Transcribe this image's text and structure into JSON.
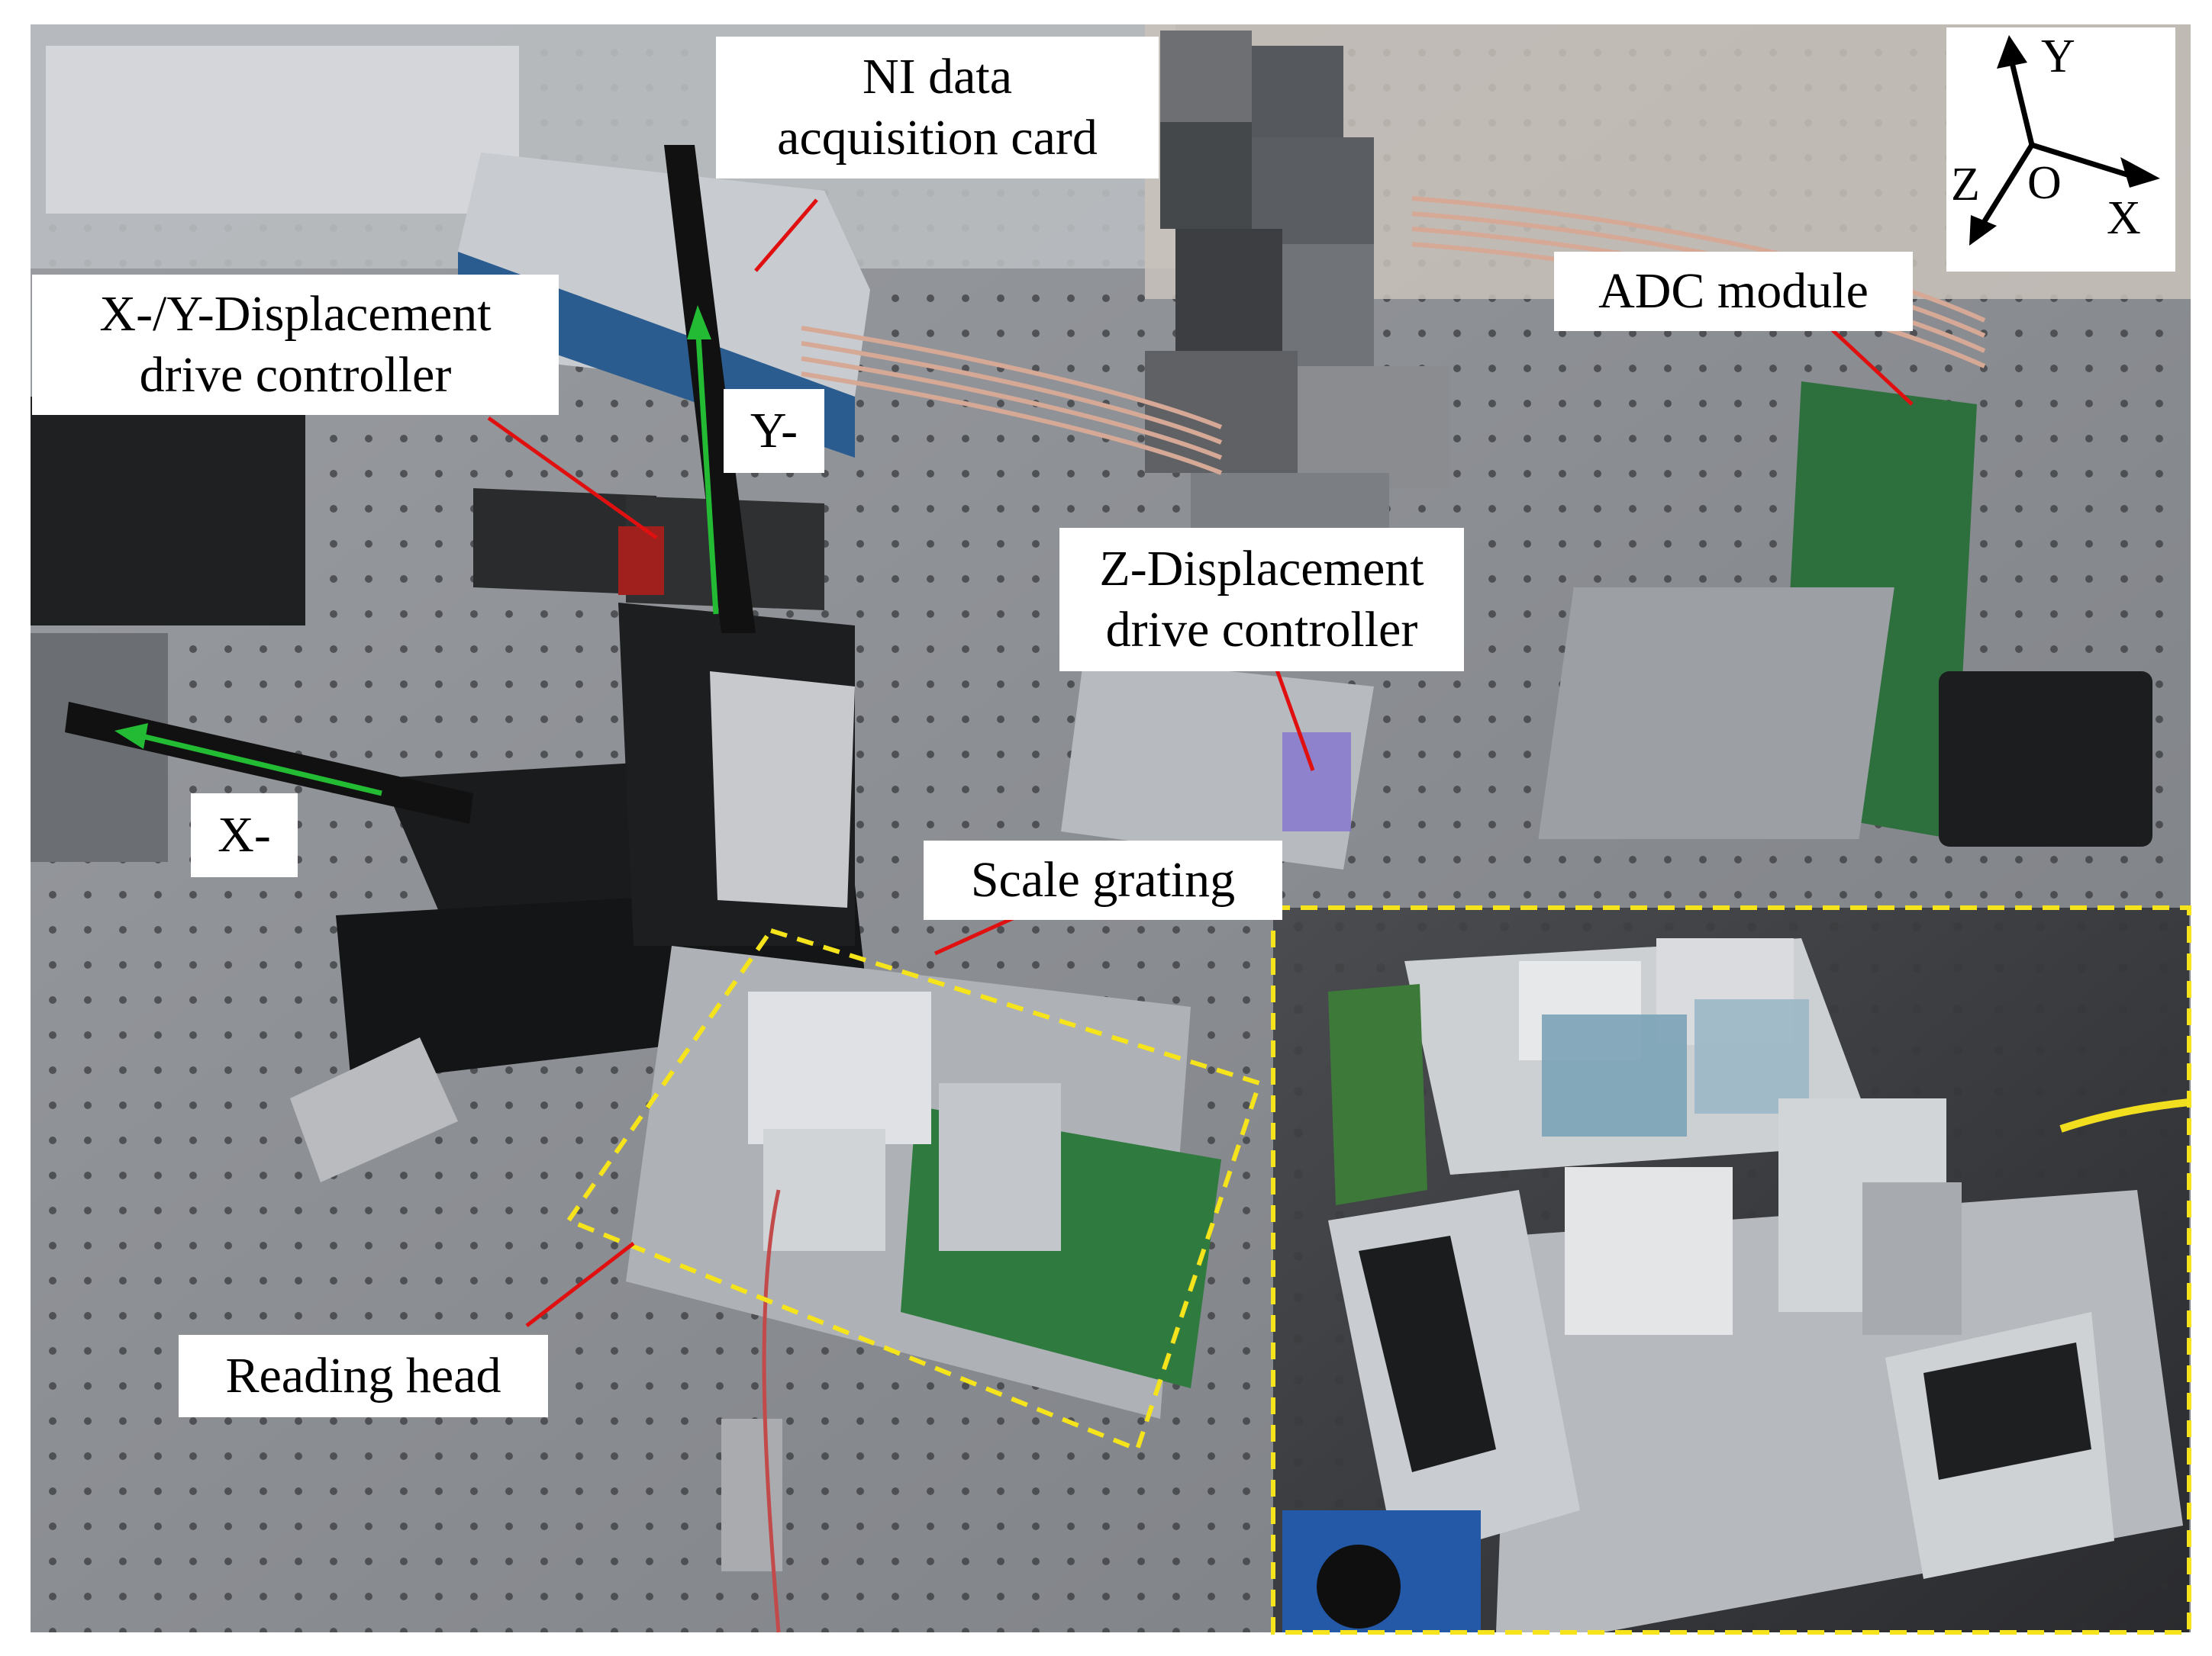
{
  "labels": {
    "ni_card": {
      "line1": "NI data",
      "line2": "acquisition card"
    },
    "xy_controller": {
      "line1": "X-/Y-Displacement",
      "line2": "drive controller"
    },
    "y_axis": "Y-",
    "x_axis": "X-",
    "z_controller": {
      "line1": "Z-Displacement",
      "line2": "drive controller"
    },
    "adc_module": "ADC module",
    "scale_grating": "Scale grating",
    "reading_head": "Reading head"
  },
  "axes_gizmo": {
    "y": "Y",
    "z": "Z",
    "o": "O",
    "x": "X"
  },
  "colors": {
    "pointer_line": "#e01010",
    "motion_arrow": "#22bb33",
    "highlight_box": "#f5e31c",
    "table_gray": "#8a8d91",
    "label_bg": "#ffffff"
  }
}
